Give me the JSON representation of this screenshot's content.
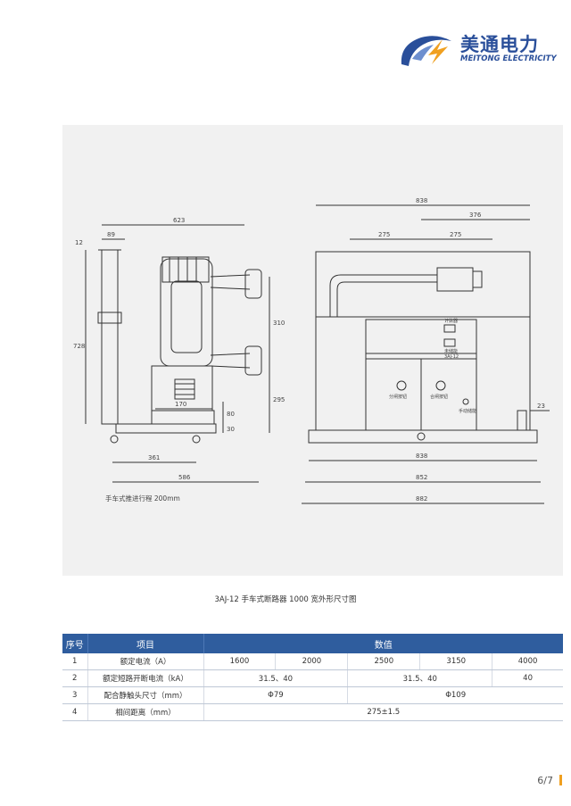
{
  "brand": {
    "name_cn": "美通电力",
    "name_en": "MEITONG ELECTRICITY",
    "colors": {
      "primary": "#2a4f9a",
      "accent": "#f0a020"
    }
  },
  "drawing": {
    "left_view": {
      "dims": [
        "623",
        "89",
        "12",
        "728",
        "310",
        "295",
        "170",
        "80",
        "30",
        "361",
        "586"
      ],
      "note": "手车式推进行程 200mm"
    },
    "right_view": {
      "dims": [
        "838",
        "376",
        "275",
        "275",
        "838",
        "852",
        "882",
        "23"
      ],
      "panel_labels": [
        "计数器",
        "未储能",
        "3AJ-12",
        "分闸按钮",
        "合闸按钮",
        "手动储能"
      ]
    }
  },
  "caption": "3AJ-12 手车式断路器 1000 宽外形尺寸图",
  "table": {
    "headers": [
      "序号",
      "项目",
      "数值"
    ],
    "rows": [
      {
        "no": "1",
        "item": "额定电流（A）",
        "values": [
          "1600",
          "2000",
          "2500",
          "3150",
          "4000"
        ]
      },
      {
        "no": "2",
        "item": "额定短路开断电流（kA）",
        "values": [
          "31.5、40",
          "31.5、40",
          "40"
        ]
      },
      {
        "no": "3",
        "item": "配合静触头尺寸（mm）",
        "values": [
          "Φ79",
          "Φ109"
        ]
      },
      {
        "no": "4",
        "item": "相间距离（mm）",
        "values": [
          "275±1.5"
        ]
      }
    ]
  },
  "page": "6/7"
}
